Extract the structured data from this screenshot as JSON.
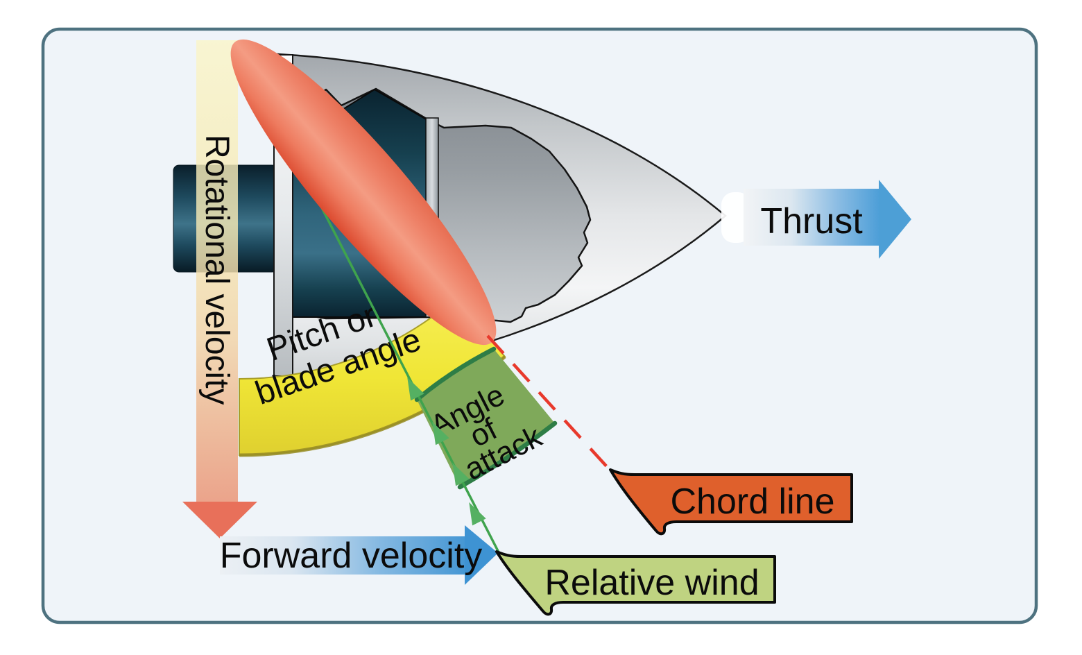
{
  "figure": {
    "description": "Propeller blade aerodynamics diagram showing thrust, rotational velocity, forward velocity, relative wind, chord line, pitch/blade angle and angle of attack",
    "panel_background": "#EFF4F9",
    "panel_border": "#4E7280",
    "outer_background": "#FFFFFF"
  },
  "labels": {
    "rotational_velocity": "Rotational velocity",
    "thrust": "Thrust",
    "forward_velocity": "Forward velocity",
    "pitch_line1": "Pitch or",
    "pitch_line2": "blade angle",
    "aoa_line1": "Angle",
    "aoa_line2": "of",
    "aoa_line3": "attack",
    "chord_line": "Chord line",
    "relative_wind": "Relative wind"
  },
  "colors": {
    "rotational_arrowhead": "#E8705A",
    "wind_line": "#3FA34D",
    "wind_arrowhead": "#55B062",
    "chord_dash": "#E8392C",
    "aoa_fill": "#7FA95A",
    "aoa_edge": "#2E7D46",
    "forward_head": "#3E93D3",
    "thrust_head": "#4D9FD6",
    "chord_callout_fill": "#DF602C",
    "relative_callout_fill": "#BFD381",
    "yellow_band_edge": "#968C24",
    "callout_border": "#0B0B0B"
  }
}
